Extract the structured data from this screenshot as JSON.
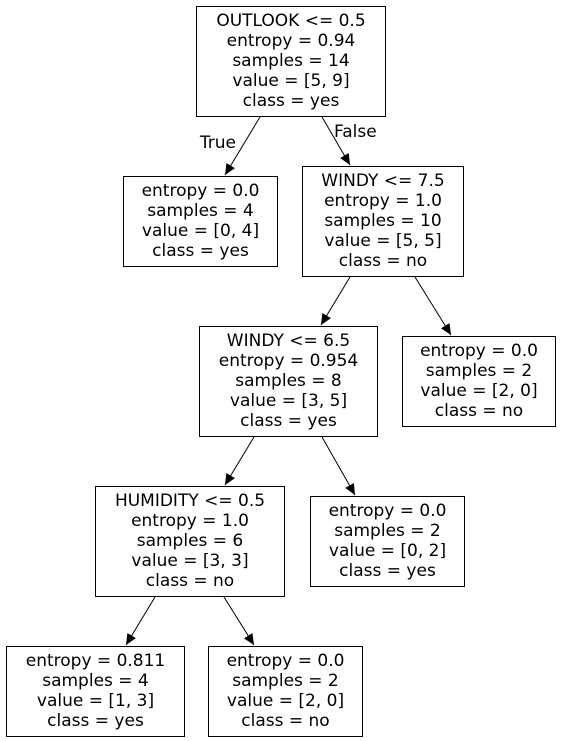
{
  "tree": {
    "nodes": [
      {
        "id": "n0",
        "lines": [
          "OUTLOOK <= 0.5",
          "entropy = 0.94",
          "samples = 14",
          "value = [5, 9]",
          "class = yes"
        ]
      },
      {
        "id": "n1",
        "lines": [
          "entropy = 0.0",
          "samples = 4",
          "value = [0, 4]",
          "class = yes"
        ]
      },
      {
        "id": "n2",
        "lines": [
          "WINDY <= 7.5",
          "entropy = 1.0",
          "samples = 10",
          "value = [5, 5]",
          "class = no"
        ]
      },
      {
        "id": "n3",
        "lines": [
          "WINDY <= 6.5",
          "entropy = 0.954",
          "samples = 8",
          "value = [3, 5]",
          "class = yes"
        ]
      },
      {
        "id": "n4",
        "lines": [
          "entropy = 0.0",
          "samples = 2",
          "value = [2, 0]",
          "class = no"
        ]
      },
      {
        "id": "n5",
        "lines": [
          "HUMIDITY <= 0.5",
          "entropy = 1.0",
          "samples = 6",
          "value = [3, 3]",
          "class = no"
        ]
      },
      {
        "id": "n6",
        "lines": [
          "entropy = 0.0",
          "samples = 2",
          "value = [0, 2]",
          "class = yes"
        ]
      },
      {
        "id": "n7",
        "lines": [
          "entropy = 0.811",
          "samples = 4",
          "value = [1, 3]",
          "class = yes"
        ]
      },
      {
        "id": "n8",
        "lines": [
          "entropy = 0.0",
          "samples = 2",
          "value = [2, 0]",
          "class = no"
        ]
      }
    ],
    "edges": [
      {
        "from": "n0",
        "to": "n1",
        "label": "True"
      },
      {
        "from": "n0",
        "to": "n2",
        "label": "False"
      },
      {
        "from": "n2",
        "to": "n3",
        "label": ""
      },
      {
        "from": "n2",
        "to": "n4",
        "label": ""
      },
      {
        "from": "n3",
        "to": "n5",
        "label": ""
      },
      {
        "from": "n3",
        "to": "n6",
        "label": ""
      },
      {
        "from": "n5",
        "to": "n7",
        "label": ""
      },
      {
        "from": "n5",
        "to": "n8",
        "label": ""
      }
    ]
  }
}
